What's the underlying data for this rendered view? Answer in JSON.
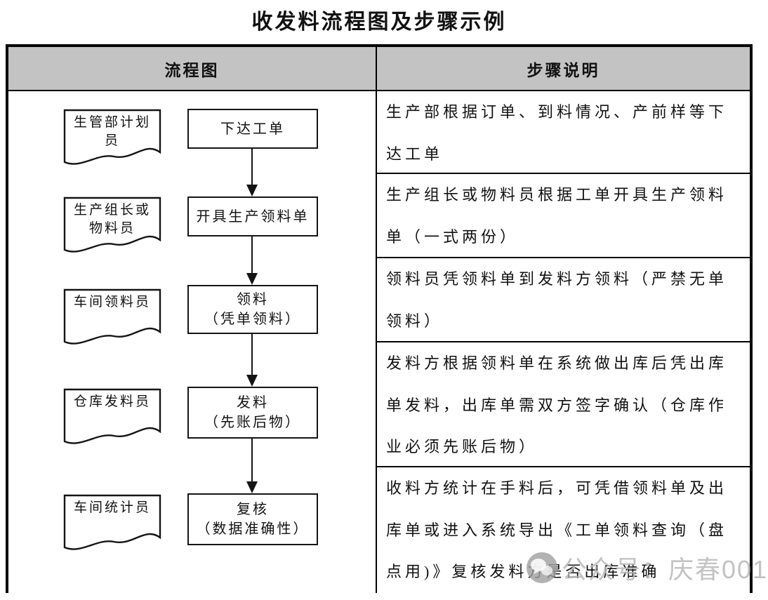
{
  "title": "收发料流程图及步骤示例",
  "colors": {
    "header_bg": "#c3c3c3",
    "border": "#000000",
    "watermark": "#b9b9b9"
  },
  "table": {
    "headers": {
      "flowchart": "流程图",
      "steps": "步骤说明"
    }
  },
  "flow": {
    "nodes": [
      {
        "role": "生管部计划\n员",
        "action": "下达工单"
      },
      {
        "role": "生产组长或\n物料员",
        "action": "开具生产领料单"
      },
      {
        "role": "车间领料员",
        "action": "领料\n（凭单领料）"
      },
      {
        "role": "仓库发料员",
        "action": "发料\n（先账后物）"
      },
      {
        "role": "车间统计员",
        "action": "复核\n（数据准确性）"
      }
    ]
  },
  "steps": {
    "rows": [
      "生产部根据订单、到料情况、产前样等下达工单",
      "生产组长或物料员根据工单开具生产领料单（一式两份）",
      "领料员凭领料单到发料方领料（严禁无单领料）",
      "发料方根据领料单在系统做出库后凭出库单发料，出库单需双方签字确认（仓库作业必须先账后物）",
      "收料方统计在手料后，可凭借领料单及出库单或进入系统导出《工单领料查询（盘点用)》复核发料方是否出库准确"
    ]
  },
  "watermark": {
    "text": "公众号：庆春001"
  }
}
